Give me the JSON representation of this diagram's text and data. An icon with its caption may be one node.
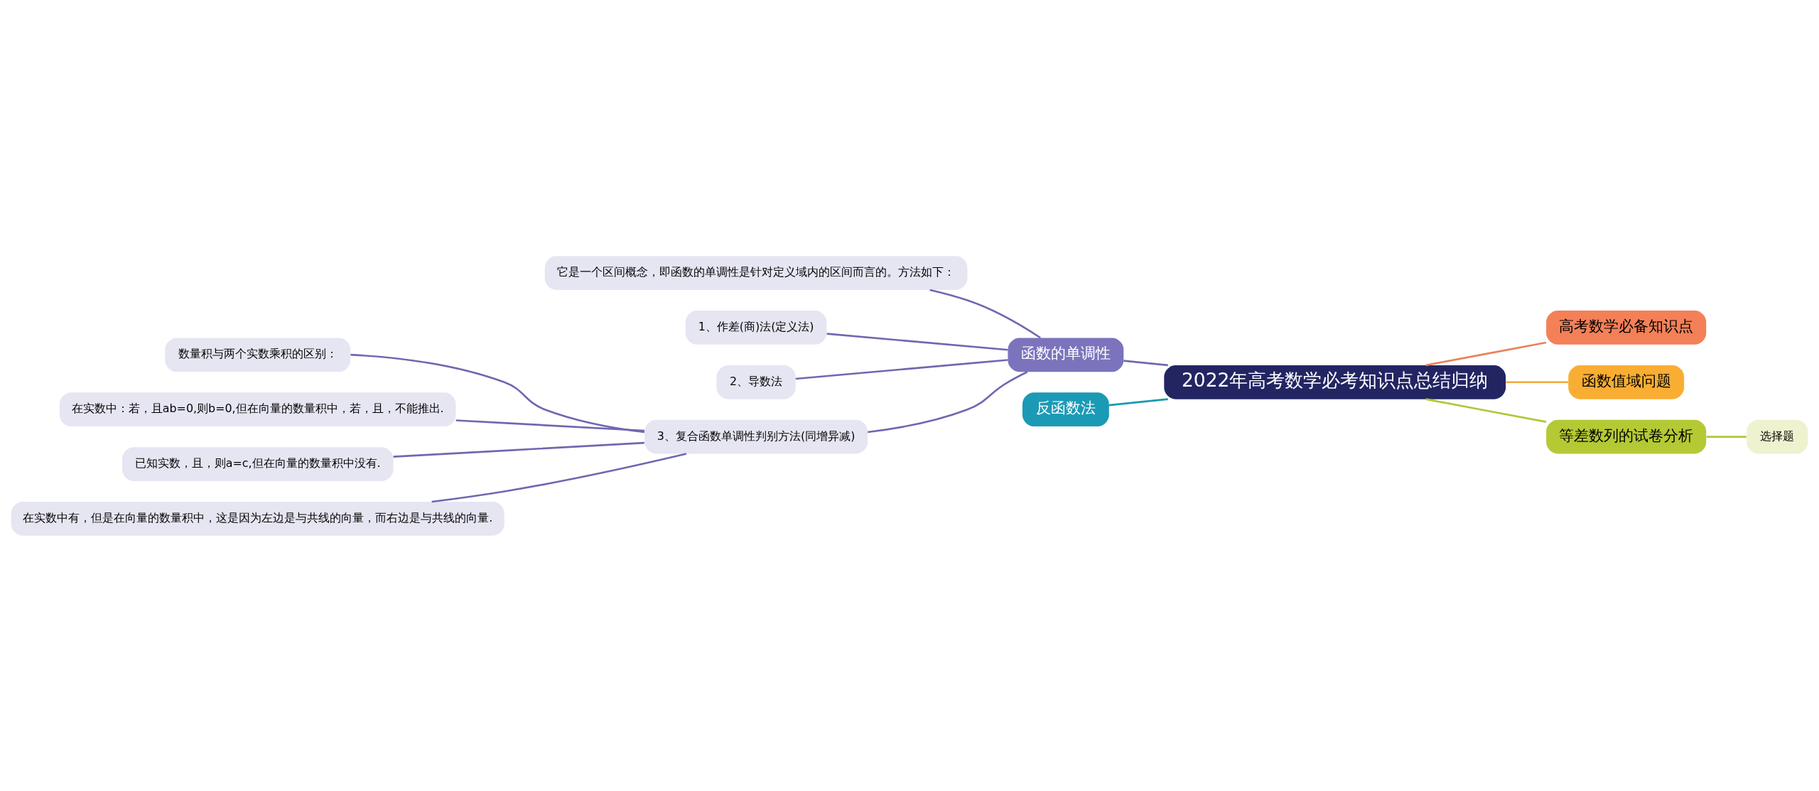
{
  "diagram": {
    "nodes": [
      {
        "text": [
          "2022年高考数学必考知识点总结归纳"
        ]
      },
      {
        "text": [
          "函数的单调性"
        ]
      },
      {
        "text": [
          "它是一个区间概念，即函数的单调性是针对定义域内的区间而言的。方法如下："
        ]
      },
      {
        "text": [
          "1、作差(商)法(定义法)"
        ]
      },
      {
        "text": [
          "2、导数法"
        ]
      },
      {
        "text": [
          "3、复合函数单调性判别方法(同增异减)"
        ]
      },
      {
        "text": [
          "数量积与两个实数乘积的区别："
        ]
      },
      {
        "text": [
          "在实数中：若，且ab=0,则b=0,但在向量的数量积中，若，且，不能推出."
        ]
      },
      {
        "text": [
          "已知实数，且，则a=c,但在向量的数量积中没有."
        ]
      },
      {
        "text": [
          "在实数中有，但是在向量的数量积中，这是因为左边是与共线的向量，而右边是与共线的向量."
        ]
      },
      {
        "text": [
          "高考数学必备知识点"
        ]
      },
      {
        "text": [
          "函数值域问题"
        ]
      },
      {
        "text": [
          "等差数列的试卷分析"
        ]
      },
      {
        "text": [
          "选择题"
        ]
      },
      {
        "text": [
          "反函数法"
        ]
      }
    ],
    "edges": [
      {
        "from": 0,
        "to": 1,
        "arrow": "none"
      },
      {
        "from": 1,
        "to": 2,
        "arrow": "none"
      },
      {
        "from": 1,
        "to": 3,
        "arrow": "none"
      },
      {
        "from": 1,
        "to": 4,
        "arrow": "none"
      },
      {
        "from": 1,
        "to": 5,
        "arrow": "none"
      },
      {
        "from": 5,
        "to": 6,
        "arrow": "none"
      },
      {
        "from": 5,
        "to": 7,
        "arrow": "none"
      },
      {
        "from": 5,
        "to": 8,
        "arrow": "none"
      },
      {
        "from": 5,
        "to": 9,
        "arrow": "none"
      },
      {
        "from": 0,
        "to": 10,
        "arrow": "none",
        "color": "#e8825a"
      },
      {
        "from": 0,
        "to": 11,
        "arrow": "none",
        "color": "#f2a93b"
      },
      {
        "from": 0,
        "to": 12,
        "arrow": "none",
        "color": "#b4c43a"
      },
      {
        "from": 12,
        "to": 13,
        "arrow": "none",
        "color": "#b4c43a"
      },
      {
        "from": 0,
        "to": 14,
        "arrow": "none",
        "color": "#1a98b0"
      }
    ]
  }
}
